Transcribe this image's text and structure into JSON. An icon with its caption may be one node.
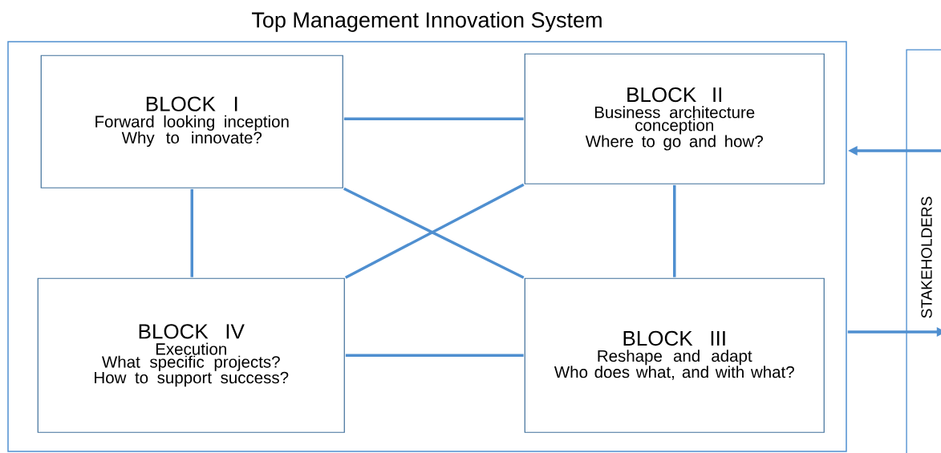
{
  "diagram": {
    "nodes": [
      {
        "text": [
          "Top Management Innovation System"
        ]
      },
      {
        "text": [
          "BLOCK I",
          "Forward looking inception",
          "Why to innovate?"
        ],
        "in": 0
      },
      {
        "text": [
          "BLOCK II",
          "Business architecture conception",
          "Where to go and how?"
        ],
        "in": 0
      },
      {
        "text": [
          "BLOCK III",
          "Reshape and adapt",
          "Who does what, and with what?"
        ],
        "in": 0
      },
      {
        "text": [
          "BLOCK IV",
          "Execution",
          "What specific projects?",
          "How to support success?"
        ],
        "in": 0
      },
      {
        "text": [
          "STAKEHOLDERS"
        ]
      }
    ],
    "edges": [
      {
        "from": 1,
        "to": 2,
        "arrow": "none"
      },
      {
        "from": 1,
        "to": 4,
        "arrow": "none"
      },
      {
        "from": 2,
        "to": 3,
        "arrow": "none"
      },
      {
        "from": 4,
        "to": 3,
        "arrow": "none"
      },
      {
        "from": 1,
        "to": 3,
        "arrow": "none"
      },
      {
        "from": 2,
        "to": 4,
        "arrow": "none"
      },
      {
        "from": 5,
        "to": 0,
        "arrow": "to"
      },
      {
        "from": 0,
        "to": 5,
        "arrow": "to"
      }
    ]
  }
}
